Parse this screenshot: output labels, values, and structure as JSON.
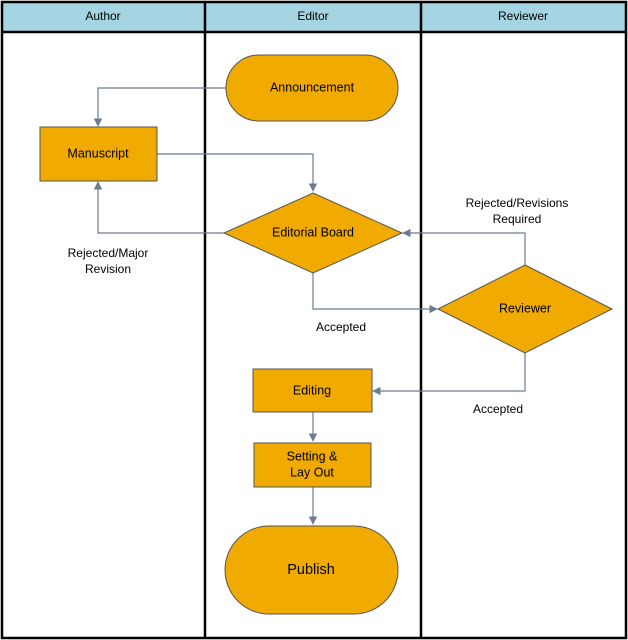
{
  "lanes": {
    "author": "Author",
    "editor": "Editor",
    "reviewer": "Reviewer"
  },
  "nodes": {
    "announcement": "Announcement",
    "manuscript": "Manuscript",
    "editorial_board": "Editorial Board",
    "reviewer": "Reviewer",
    "editing": "Editing",
    "setting_line1": "Setting &",
    "setting_line2": "Lay Out",
    "publish": "Publish"
  },
  "edge_labels": {
    "rejected_major_line1": "Rejected/Major",
    "rejected_major_line2": "Revision",
    "rejected_revisions_line1": "Rejected/Revisions",
    "rejected_revisions_line2": "Required",
    "accepted_board": "Accepted",
    "accepted_reviewer": "Accepted"
  },
  "colors": {
    "header_fill": "#a5d5e2",
    "shape_fill": "#f0aa00",
    "connector": "#6b7c93"
  }
}
